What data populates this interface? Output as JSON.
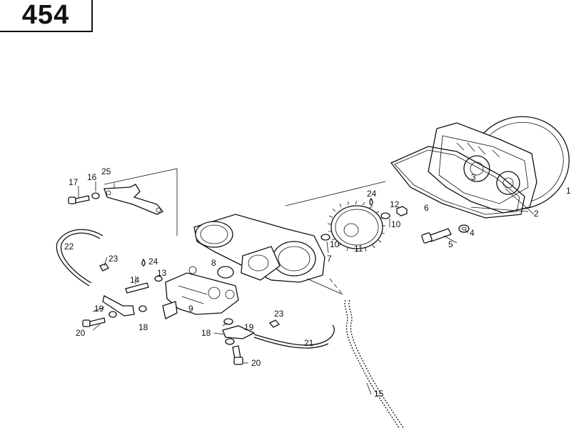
{
  "page_number": "454",
  "parts": [
    {
      "id": "p1",
      "label": "1"
    },
    {
      "id": "p2",
      "label": "2"
    },
    {
      "id": "p3",
      "label": "3"
    },
    {
      "id": "p4",
      "label": "4"
    },
    {
      "id": "p5",
      "label": "5"
    },
    {
      "id": "p6",
      "label": "6"
    },
    {
      "id": "p7",
      "label": "7"
    },
    {
      "id": "p8",
      "label": "8"
    },
    {
      "id": "p9",
      "label": "9"
    },
    {
      "id": "p10a",
      "label": "10"
    },
    {
      "id": "p10b",
      "label": "10"
    },
    {
      "id": "p11",
      "label": "11"
    },
    {
      "id": "p12",
      "label": "12"
    },
    {
      "id": "p13",
      "label": "13"
    },
    {
      "id": "p14",
      "label": "14"
    },
    {
      "id": "p15",
      "label": "15"
    },
    {
      "id": "p16",
      "label": "16"
    },
    {
      "id": "p17",
      "label": "17"
    },
    {
      "id": "p18a",
      "label": "18"
    },
    {
      "id": "p18b",
      "label": "18"
    },
    {
      "id": "p19a",
      "label": "19"
    },
    {
      "id": "p19b",
      "label": "19"
    },
    {
      "id": "p20a",
      "label": "20"
    },
    {
      "id": "p20b",
      "label": "20"
    },
    {
      "id": "p21",
      "label": "21"
    },
    {
      "id": "p22",
      "label": "22"
    },
    {
      "id": "p23a",
      "label": "23"
    },
    {
      "id": "p23b",
      "label": "23"
    },
    {
      "id": "p24a",
      "label": "24"
    },
    {
      "id": "p24b",
      "label": "24"
    },
    {
      "id": "p25",
      "label": "25"
    }
  ]
}
